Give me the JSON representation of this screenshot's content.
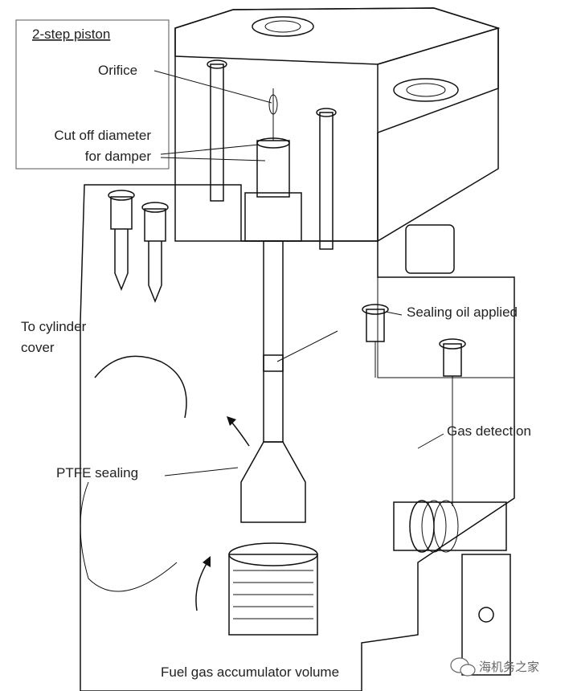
{
  "inset": {
    "title": "2-step piston",
    "orifice": "Orifice",
    "cutoff_1": "Cut off diameter",
    "cutoff_2": "for damper"
  },
  "labels": {
    "sealing_oil": "Sealing oil applied",
    "to_cylinder_1": "To cylinder",
    "to_cylinder_2": "cover",
    "gas_detection": "Gas detection",
    "ptfe": "PTFE sealing",
    "fuel_gas": "Fuel gas accumulator volume"
  },
  "watermark": {
    "text": "海机务之家",
    "icon": "wechat-bubble-icon"
  },
  "colors": {
    "ink": "#111111",
    "paper": "#ffffff",
    "band": "#777777"
  }
}
